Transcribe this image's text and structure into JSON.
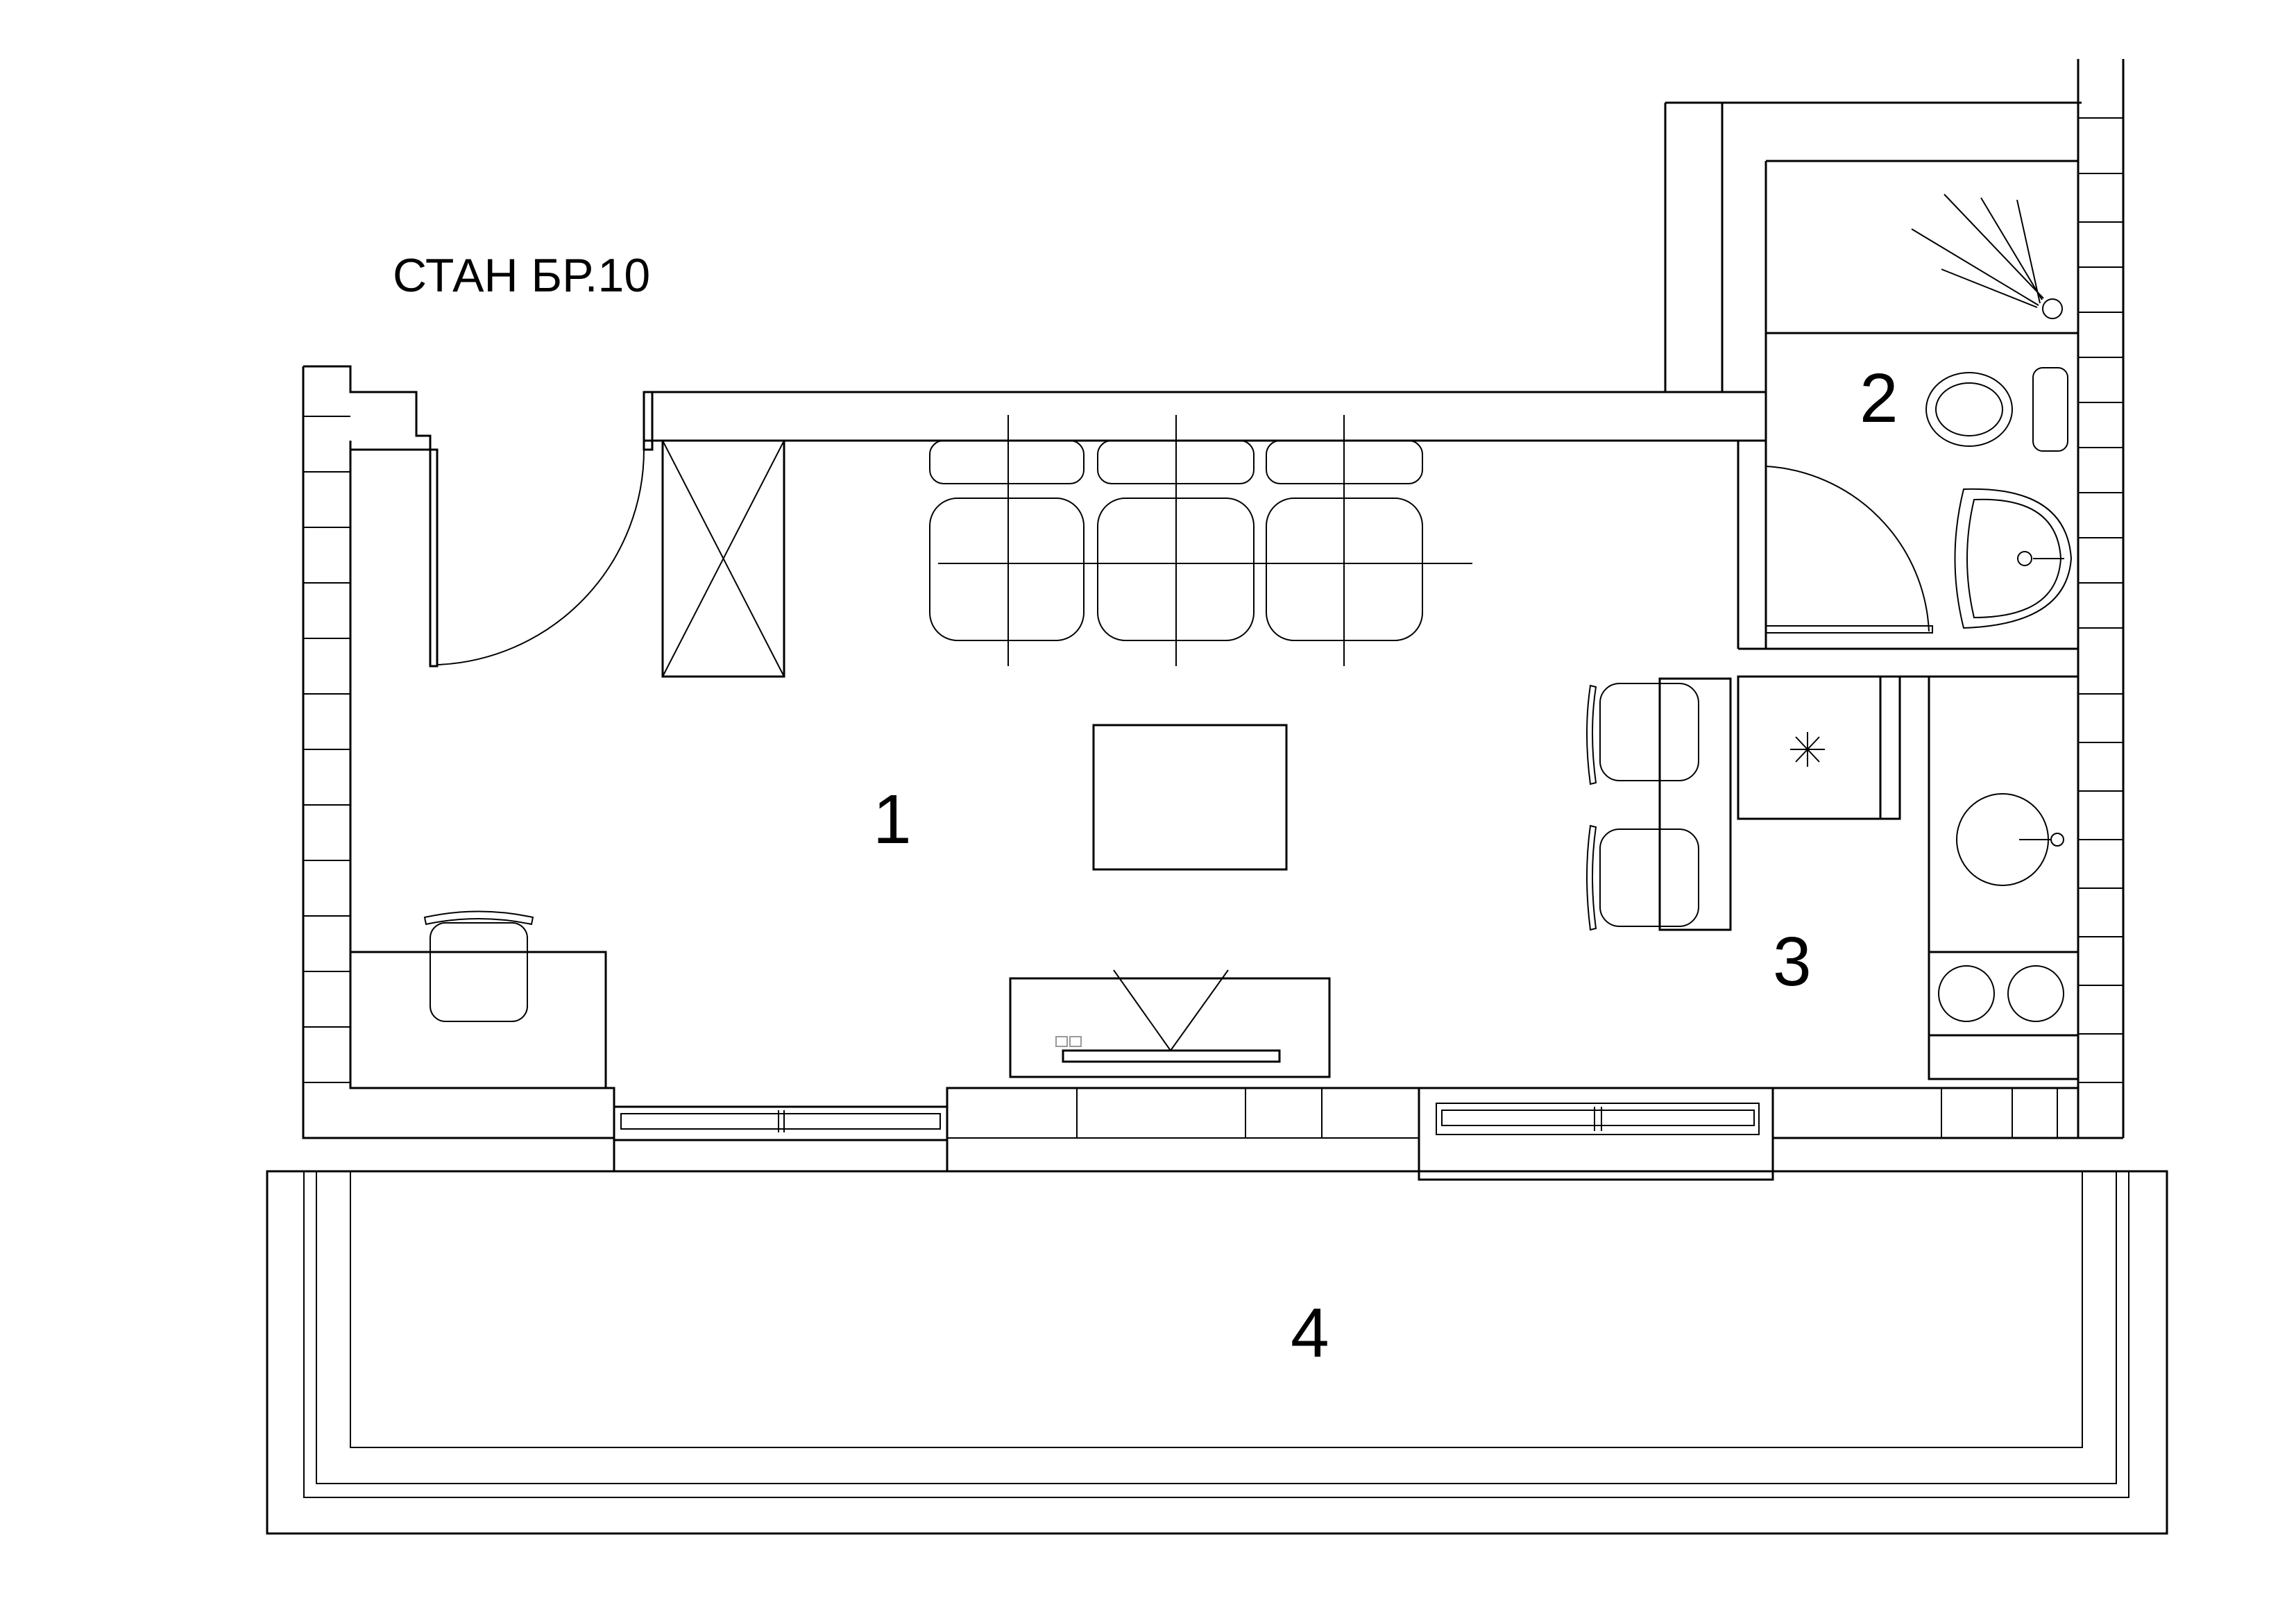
{
  "plan": {
    "title": "СТАН БР.10",
    "rooms": [
      {
        "id": "room-1",
        "number": "1"
      },
      {
        "id": "room-2",
        "number": "2"
      },
      {
        "id": "room-3",
        "number": "3"
      },
      {
        "id": "room-4",
        "number": "4"
      }
    ]
  }
}
